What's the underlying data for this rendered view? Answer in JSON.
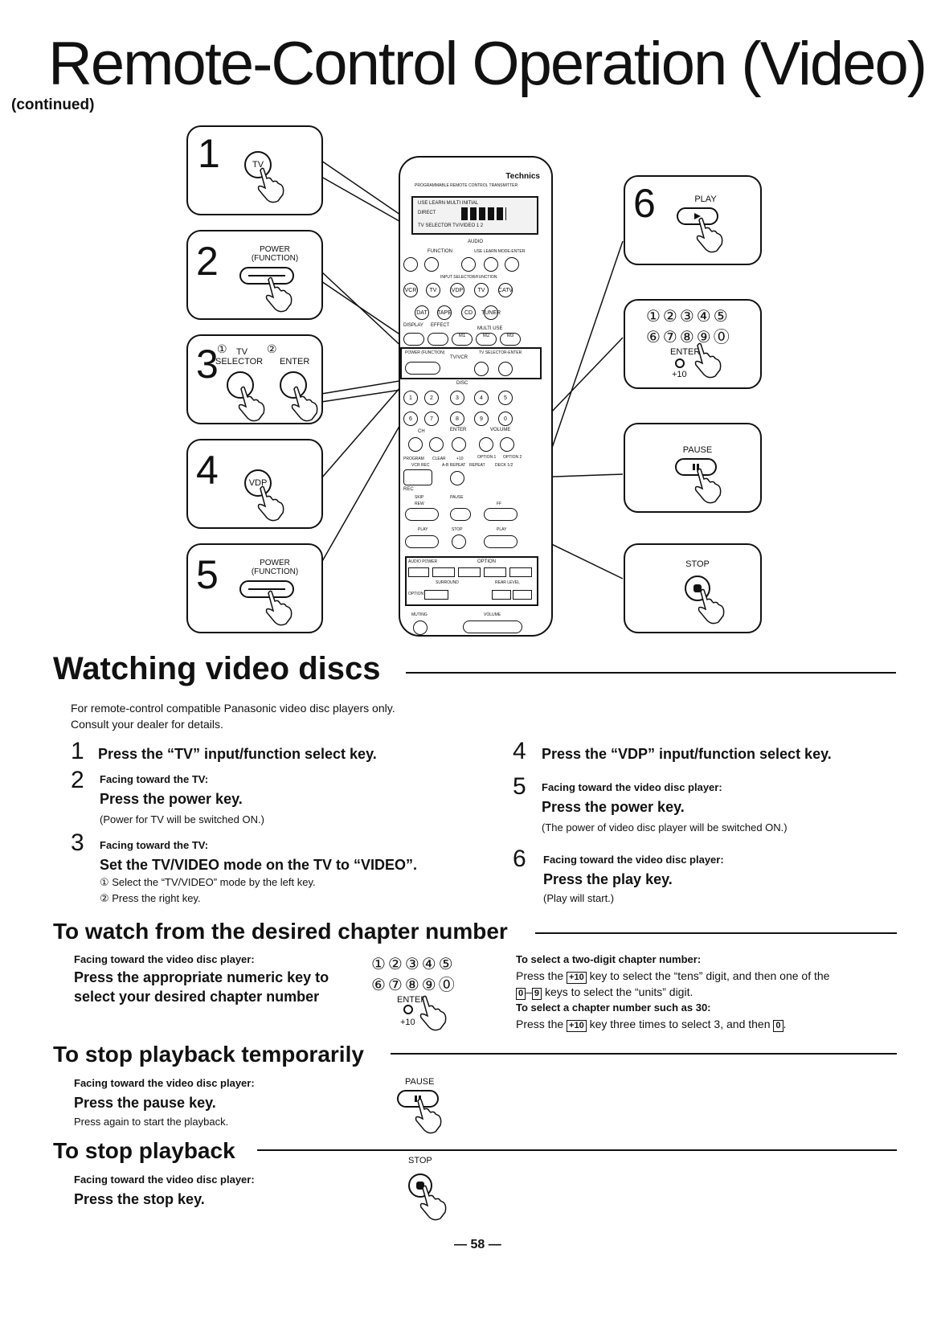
{
  "header": {
    "title": "Remote-Control Operation (Video)",
    "subtitle": "(continued)"
  },
  "diagram": {
    "step1": {
      "num": "1",
      "key": "TV"
    },
    "step2": {
      "num": "2",
      "key_line1": "POWER",
      "key_line2": "(FUNCTION)"
    },
    "step3": {
      "num": "3",
      "mark1": "①",
      "mark2": "②",
      "label_tv": "TV",
      "label_selector": "SELECTOR",
      "label_enter": "ENTER"
    },
    "step4": {
      "num": "4",
      "key": "VDP"
    },
    "step5": {
      "num": "5",
      "key_line1": "POWER",
      "key_line2": "(FUNCTION)"
    },
    "step6": {
      "num": "6",
      "key": "PLAY"
    },
    "numpad": {
      "row1": "①②③④⑤",
      "row2": "⑥⑦⑧⑨⓪",
      "enter": "ENTER",
      "plus10": "+10"
    },
    "pause": {
      "label": "PAUSE"
    },
    "stop": {
      "label": "STOP"
    },
    "remote": {
      "brand": "Technics",
      "model_text": "PROGRAMMABLE REMOTE CONTROL TRANSMITTER",
      "lcd_row1": "USE  LEARN  MULTI  INITIAL",
      "lcd_row2": "DIRECT",
      "lcd_row3": "TV SELECTOR  TV/VIDEO 1 2",
      "audio": "AUDIO",
      "function": "FUNCTION",
      "use_learn": "USE  LEARN  MODE-ENTER",
      "input_selector": "INPUT SELECTOR/FUNCTION",
      "row_keys_a": [
        "VCR",
        "TV",
        "VDP",
        "TV",
        "CATV"
      ],
      "row_keys_b": [
        "DAT",
        "TAPE",
        "CD",
        "TUNER"
      ],
      "display": "DISPLAY",
      "effect": "EFFECT",
      "multi_use": "MULTI USE",
      "m_keys": [
        "M1",
        "M2",
        "M3"
      ],
      "power": "POWER (FUNCTION)",
      "tv_vcr": "TV/VCR",
      "tv_selector": "TV SELECTOR-ENTER",
      "disc": "DISC",
      "ch": "CH",
      "enter": "ENTER",
      "volume": "VOLUME",
      "program": "PROGRAM",
      "clear": "CLEAR",
      "plus10": "+10",
      "option1": "OPTION 1",
      "option2": "OPTION 2",
      "vcr_rec": "VCR REC",
      "a_b_repeat": "A-B REPEAT",
      "repeat": "REPEAT",
      "deck": "DECK 1/2",
      "rec": "REC",
      "skip": "SKIP",
      "rew": "REW",
      "pause": "PAUSE",
      "ff": "FF",
      "play": "PLAY",
      "stop": "STOP",
      "audio_power": "AUDIO POWER",
      "option_bar": "OPTION",
      "surround": "SURROUND",
      "rear_level": "REAR LEVEL",
      "option_lbl": "OPTION",
      "muting": "MUTING",
      "volume2": "VOLUME"
    }
  },
  "section": {
    "title": "Watching video discs",
    "intro_line1": "For remote-control compatible Panasonic video disc players only.",
    "intro_line2": "Consult your dealer for details.",
    "steps_left": [
      {
        "num": "1",
        "head": "Press the “TV” input/function select key.",
        "facing": "",
        "action": "",
        "notes": []
      },
      {
        "num": "2",
        "head": "",
        "facing": "Facing toward the TV:",
        "action": "Press the power key.",
        "notes": [
          "(Power for TV will be switched ON.)"
        ]
      },
      {
        "num": "3",
        "head": "",
        "facing": "Facing toward the TV:",
        "action": "Set the TV/VIDEO mode on the TV to “VIDEO”.",
        "notes": [
          "① Select the “TV/VIDEO” mode by the left key.",
          "② Press the right key."
        ]
      }
    ],
    "steps_right": [
      {
        "num": "4",
        "head": "Press the “VDP” input/function select key.",
        "facing": "",
        "action": "",
        "notes": []
      },
      {
        "num": "5",
        "head": "",
        "facing": "Facing toward the video disc player:",
        "action": "Press the power key.",
        "notes": [
          "(The power of video disc player will be switched ON.)"
        ]
      },
      {
        "num": "6",
        "head": "",
        "facing": "Facing toward the video disc player:",
        "action": "Press the play key.",
        "notes": [
          "(Play will start.)"
        ]
      }
    ]
  },
  "chapter": {
    "title": "To watch from the desired chapter number",
    "facing": "Facing toward the video disc player:",
    "action_line1": "Press the appropriate numeric key to",
    "action_line2": "select your desired chapter number",
    "numpad_row1": "①②③④⑤",
    "numpad_row2": "⑥⑦⑧⑨⓪",
    "enter": "ENTER",
    "plus10": "+10",
    "two_digit_head": "To select a two-digit chapter number:",
    "two_digit_1": "Press the",
    "two_digit_key": "+10",
    "two_digit_2": "key to select the “tens” digit, and then one of the",
    "two_digit_k1": "0",
    "two_digit_dash": "–",
    "two_digit_k2": "9",
    "two_digit_3": "keys to select the “units” digit.",
    "thirty_head": "To select a chapter number such as 30:",
    "thirty_1": "Press the",
    "thirty_key": "+10",
    "thirty_2": "key three times to select 3, and then",
    "thirty_key2": "0",
    "thirty_end": "."
  },
  "pause_sec": {
    "title": "To stop playback temporarily",
    "facing": "Facing toward the video disc player:",
    "action": "Press the pause key.",
    "note": "Press again to start the playback.",
    "key_label": "PAUSE"
  },
  "stop_sec": {
    "title": "To stop playback",
    "facing": "Facing toward the video disc player:",
    "action": "Press the stop key.",
    "key_label": "STOP"
  },
  "footer": {
    "page": "— 58 —"
  }
}
